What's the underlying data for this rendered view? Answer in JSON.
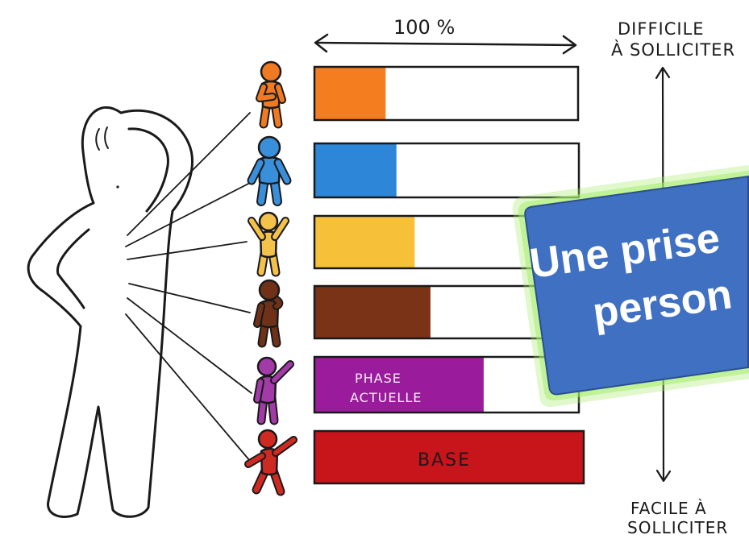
{
  "scale": {
    "label": "100 %"
  },
  "difficulty_axis": {
    "top_line_1": "DIFFICILE",
    "top_line_2": "À SOLLICITER",
    "bottom_line_1": "FACILE À",
    "bottom_line_2": "SOLLICITER"
  },
  "bars": [
    {
      "color": "#f47d1f",
      "figure_color": "#ef7a21",
      "fill": 0.27
    },
    {
      "color": "#2e86d8",
      "figure_color": "#3a8fdb",
      "fill": 0.31
    },
    {
      "color": "#f6c139",
      "figure_color": "#f4c24a",
      "fill": 0.38
    },
    {
      "color": "#7b3318",
      "figure_color": "#6f3218",
      "fill": 0.44
    },
    {
      "color": "#9a1c9c",
      "figure_color": "#a23aa8",
      "fill": 0.64,
      "label_lines": [
        "PHASE",
        "ACTUELLE"
      ]
    },
    {
      "color": "#c8141b",
      "figure_color": "#cf2a22",
      "fill": 1.0,
      "label": "BASE"
    }
  ],
  "callout": {
    "line_1": "Une prise",
    "line_2": "person",
    "color": "#4070c2",
    "border_color": "#2b4f8e",
    "glow_color": "#a6ec6c",
    "text_color": "#ffffff"
  },
  "colors": {
    "ink": "#1a1a1a",
    "background": "#ffffff"
  }
}
